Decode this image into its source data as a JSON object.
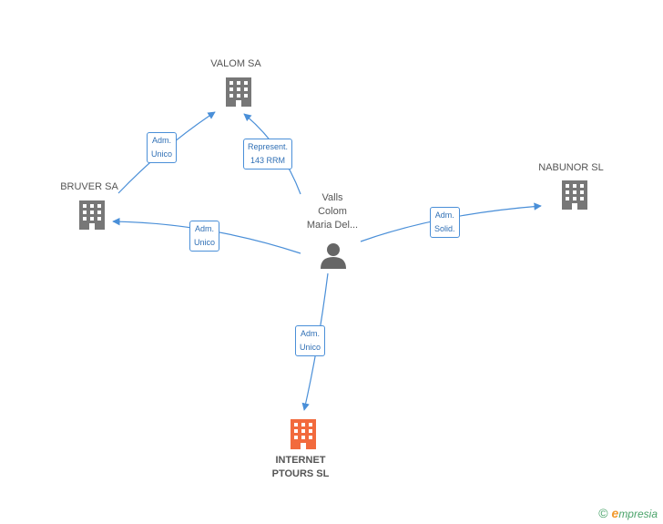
{
  "nodes": {
    "valom": {
      "label": "VALOM SA"
    },
    "bruver": {
      "label": "BRUVER SA"
    },
    "nabunor": {
      "label": "NABUNOR SL"
    },
    "person": {
      "label_line1": "Valls",
      "label_line2": "Colom",
      "label_line3": "Maria Del..."
    },
    "internet": {
      "label_line1": "INTERNET",
      "label_line2": "PTOURS SL"
    }
  },
  "edges": {
    "bruver_valom": {
      "line1": "Adm.",
      "line2": "Unico"
    },
    "person_valom": {
      "line1": "Represent.",
      "line2": "143 RRM"
    },
    "person_bruver": {
      "line1": "Adm.",
      "line2": "Unico"
    },
    "person_nabunor": {
      "line1": "Adm.",
      "line2": "Solid."
    },
    "person_internet": {
      "line1": "Adm.",
      "line2": "Unico"
    }
  },
  "footer": {
    "copyright": "©",
    "brand_initial": "e",
    "brand_rest": "mpresia"
  },
  "colors": {
    "edge": "#4a8fd8",
    "building": "#777777",
    "main_building": "#f26a3d",
    "person": "#666666"
  },
  "icons": {
    "company": "building-icon",
    "main_company": "building-icon",
    "person": "person-icon"
  }
}
